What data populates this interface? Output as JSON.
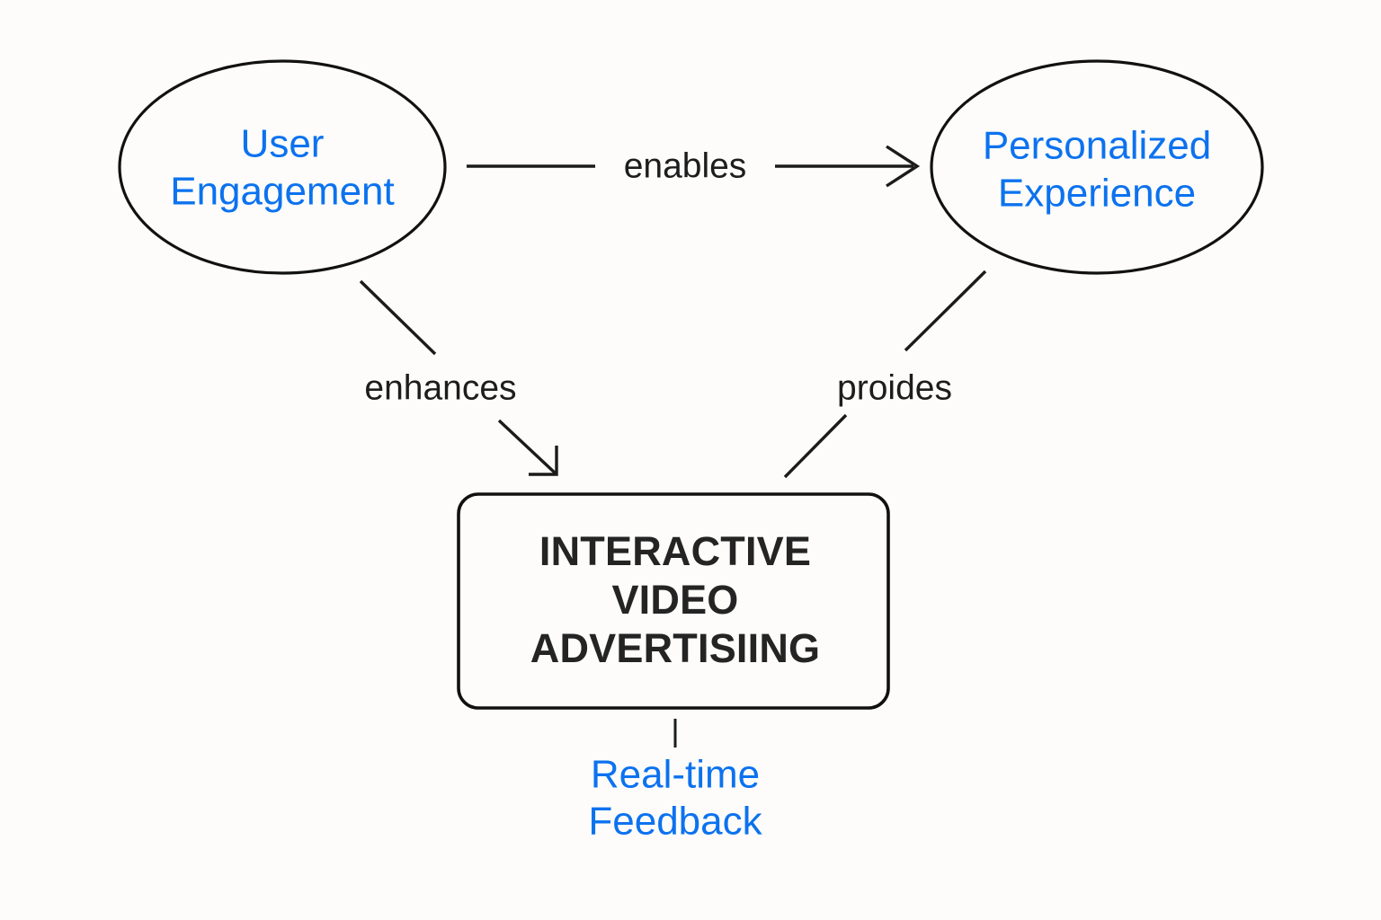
{
  "diagram": {
    "type": "concept-map",
    "background_color": "#fdfcfa",
    "accent_color": "#0c72ef",
    "line_color": "#1b1b1b",
    "nodes": [
      {
        "id": "user-engagement",
        "shape": "ellipse",
        "label_line1": "User",
        "label_line2": "Engagement",
        "text_color": "#0c72ef"
      },
      {
        "id": "personalized-experience",
        "shape": "ellipse",
        "label_line1": "Personalized",
        "label_line2": "Experience",
        "text_color": "#0c72ef"
      },
      {
        "id": "interactive-video-advertising",
        "shape": "rounded-rectangle",
        "label_line1": "INTERACTIVE",
        "label_line2": "VIDEO",
        "label_line3": "ADVERTISIING",
        "text_color": "#242424"
      },
      {
        "id": "real-time-feedback",
        "shape": "plain-text",
        "label_line1": "Real-time",
        "label_line2": "Feedback",
        "text_color": "#0c72ef"
      }
    ],
    "edges": [
      {
        "id": "enables",
        "label": "enables",
        "from": "user-engagement",
        "to": "personalized-experience",
        "arrow": "open-v"
      },
      {
        "id": "enhances",
        "label": "enhances",
        "from": "user-engagement",
        "to": "interactive-video-advertising",
        "arrow": "open-corner"
      },
      {
        "id": "proides",
        "label": "proides",
        "from": "personalized-experience",
        "to": "interactive-video-advertising",
        "arrow": "none"
      },
      {
        "id": "feedback-connector",
        "label": "",
        "from": "interactive-video-advertising",
        "to": "real-time-feedback",
        "arrow": "none"
      }
    ]
  }
}
